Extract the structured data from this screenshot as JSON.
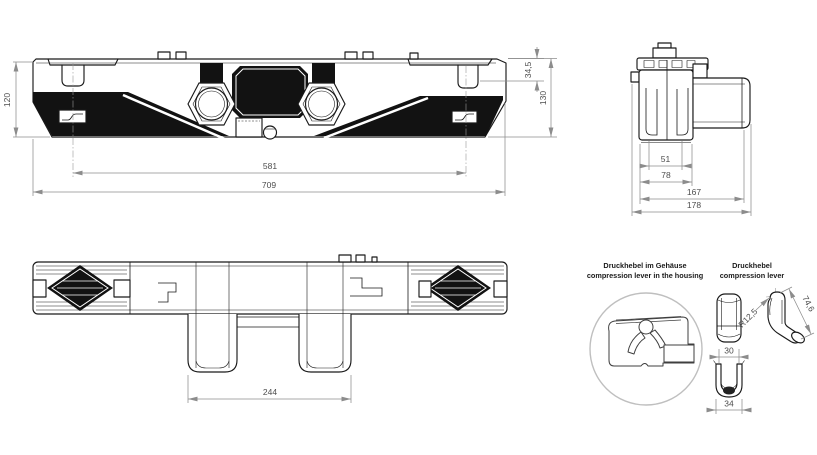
{
  "dims": {
    "front_height_left": "120",
    "front_tab_offset": "34,5",
    "front_height_right": "130",
    "front_inner_span": "581",
    "front_total_width": "709",
    "side_inner": "51",
    "side_body": "78",
    "side_depth": "167",
    "side_total_depth": "178",
    "bottom_feet_span": "244",
    "lever_front_width": "30",
    "lever_outer_width": "34",
    "lever_radius": "R12,5",
    "lever_length": "74,6"
  },
  "labels": {
    "housing_de": "Druckhebel im Gehäuse",
    "housing_en": "compression lever in the housing",
    "lever_de": "Druckhebel",
    "lever_en": "compression lever"
  },
  "colors": {
    "outline": "#1a1a1a",
    "solid_fill": "#121212",
    "dimension_lines": "#8c8c8c",
    "dimension_text": "#4d4d4d",
    "detail_circle": "#bfbfbf"
  }
}
